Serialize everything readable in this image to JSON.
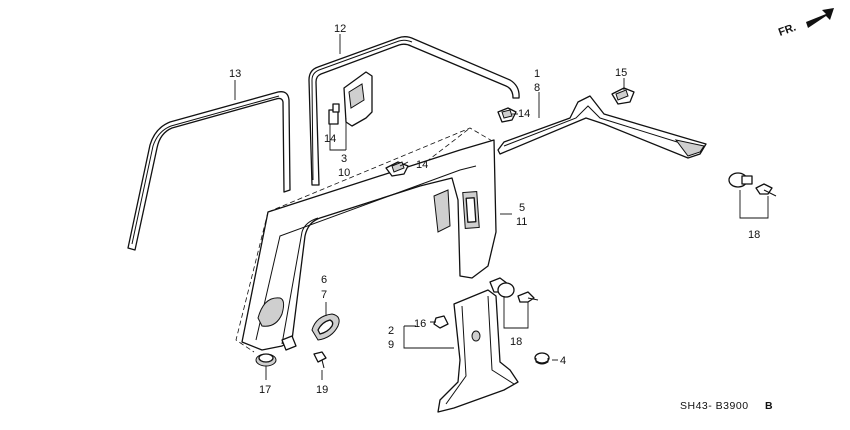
{
  "diagram": {
    "callouts": {
      "c1": "1",
      "c8": "8",
      "c12": "12",
      "c13": "13",
      "c14a": "14",
      "c14b": "14",
      "c14c": "14",
      "c15": "15",
      "c3": "3",
      "c10": "10",
      "c5": "5",
      "c11": "11",
      "c18a": "18",
      "c18b": "18",
      "c6": "6",
      "c7": "7",
      "c16": "16",
      "c2": "2",
      "c9": "9",
      "c4": "4",
      "c17": "17",
      "c19": "19"
    },
    "direction_label": "FR.",
    "drawing_code": "SH43- B3900",
    "drawing_code_suffix": "B"
  }
}
